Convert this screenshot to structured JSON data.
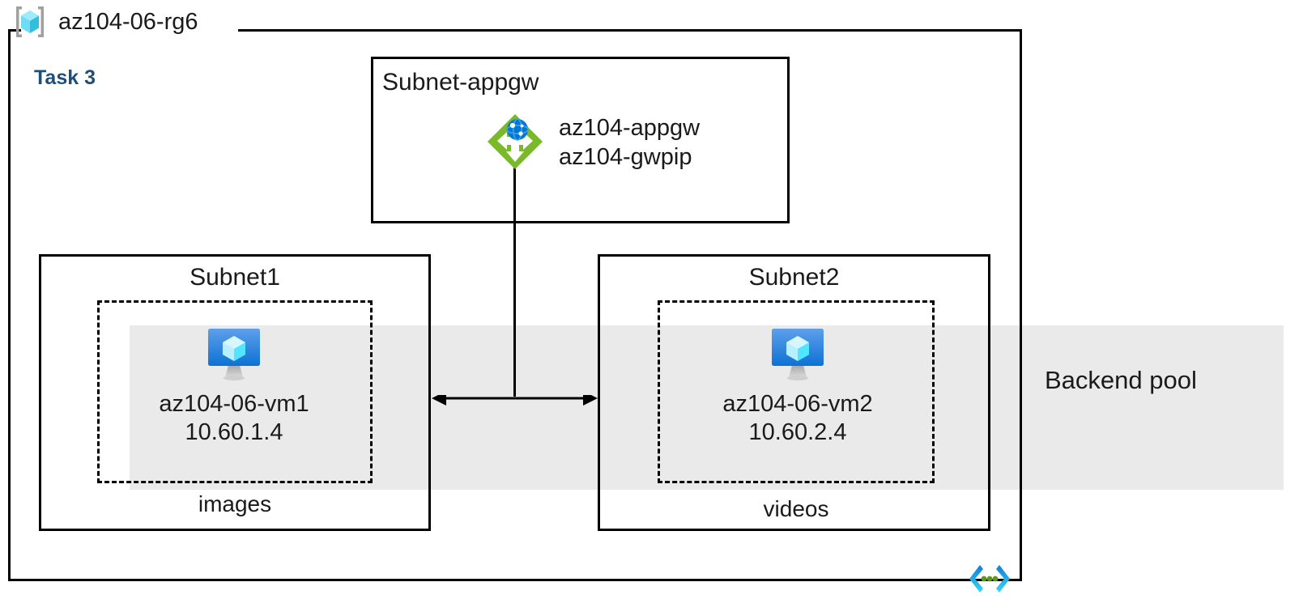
{
  "diagram": {
    "title": "az104-06-rg6",
    "task_label": "Task 3",
    "resource_group_icon": "resource-group-icon",
    "code_icon": "code-template-icon"
  },
  "colors": {
    "task_accent": "#1f4e79",
    "border": "#000000",
    "backend_pool_fill": "#eaeaea",
    "appgw_green": "#7ab929",
    "vm_blue": "#0078d4",
    "rg_cube_cyan": "#50e6ff",
    "code_icon_cyan": "#32bedd",
    "code_icon_green": "#5e9624"
  },
  "backend_pool": {
    "label": "Backend pool"
  },
  "subnets": [
    {
      "name": "subnet-appgw",
      "title": "Subnet-appgw",
      "resources": [
        {
          "icon": "application-gateway-icon",
          "lines": [
            "az104-appgw",
            "az104-gwpip"
          ]
        }
      ]
    },
    {
      "name": "subnet1",
      "title": "Subnet1",
      "tag": "images",
      "vm": {
        "icon": "virtual-machine-icon",
        "name": "az104-06-vm1",
        "ip": "10.60.1.4"
      }
    },
    {
      "name": "subnet2",
      "title": "Subnet2",
      "tag": "videos",
      "vm": {
        "icon": "virtual-machine-icon",
        "name": "az104-06-vm2",
        "ip": "10.60.2.4"
      }
    }
  ]
}
